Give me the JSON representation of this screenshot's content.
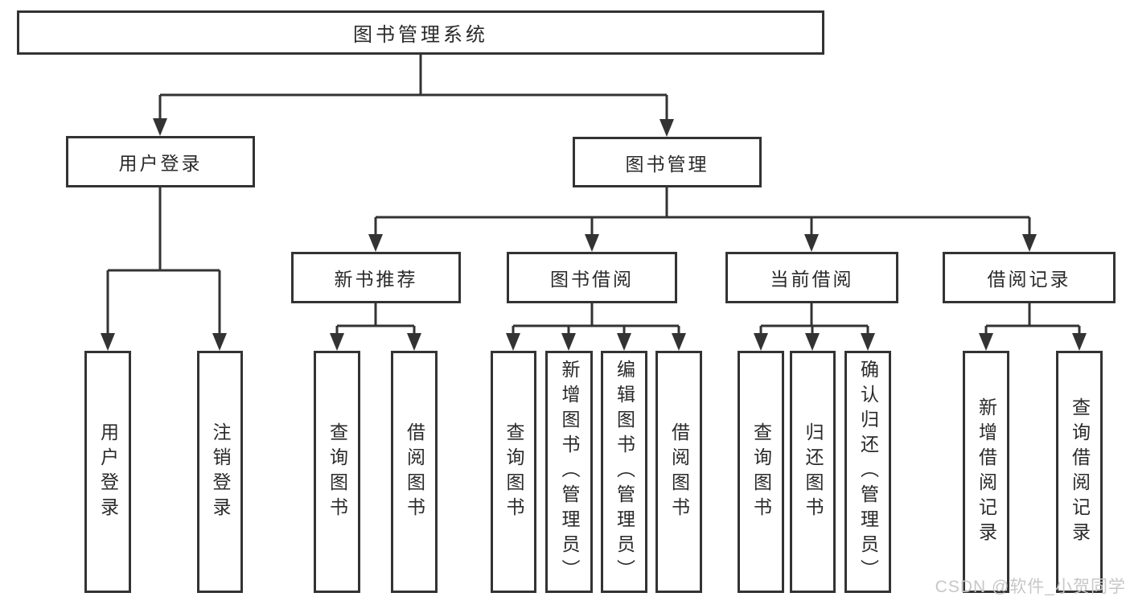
{
  "diagram": {
    "type": "hierarchy-tree",
    "colors": {
      "line": "#333333",
      "box_border": "#333333",
      "box_background": "#ffffff",
      "text": "#2a2a2a",
      "watermark_text": "#c7c7c7"
    },
    "nodes": {
      "root": {
        "label": "图书管理系统"
      },
      "user_login": {
        "label": "用户登录",
        "children": [
          {
            "label": "用户登录"
          },
          {
            "label": "注销登录"
          }
        ]
      },
      "book_management": {
        "label": "图书管理",
        "children": [
          {
            "label": "新书推荐",
            "children": [
              {
                "label": "查询图书"
              },
              {
                "label": "借阅图书"
              }
            ]
          },
          {
            "label": "图书借阅",
            "children": [
              {
                "label": "查询图书"
              },
              {
                "label": "新增图书（管理员）"
              },
              {
                "label": "编辑图书（管理员）"
              },
              {
                "label": "借阅图书"
              }
            ]
          },
          {
            "label": "当前借阅",
            "children": [
              {
                "label": "查询图书"
              },
              {
                "label": "归还图书"
              },
              {
                "label": "确认归还（管理员）"
              }
            ]
          },
          {
            "label": "借阅记录",
            "children": [
              {
                "label": "新增借阅记录"
              },
              {
                "label": "查询借阅记录"
              }
            ]
          }
        ]
      }
    },
    "watermark": {
      "text": "CSDN @软件_小贺同学"
    }
  }
}
